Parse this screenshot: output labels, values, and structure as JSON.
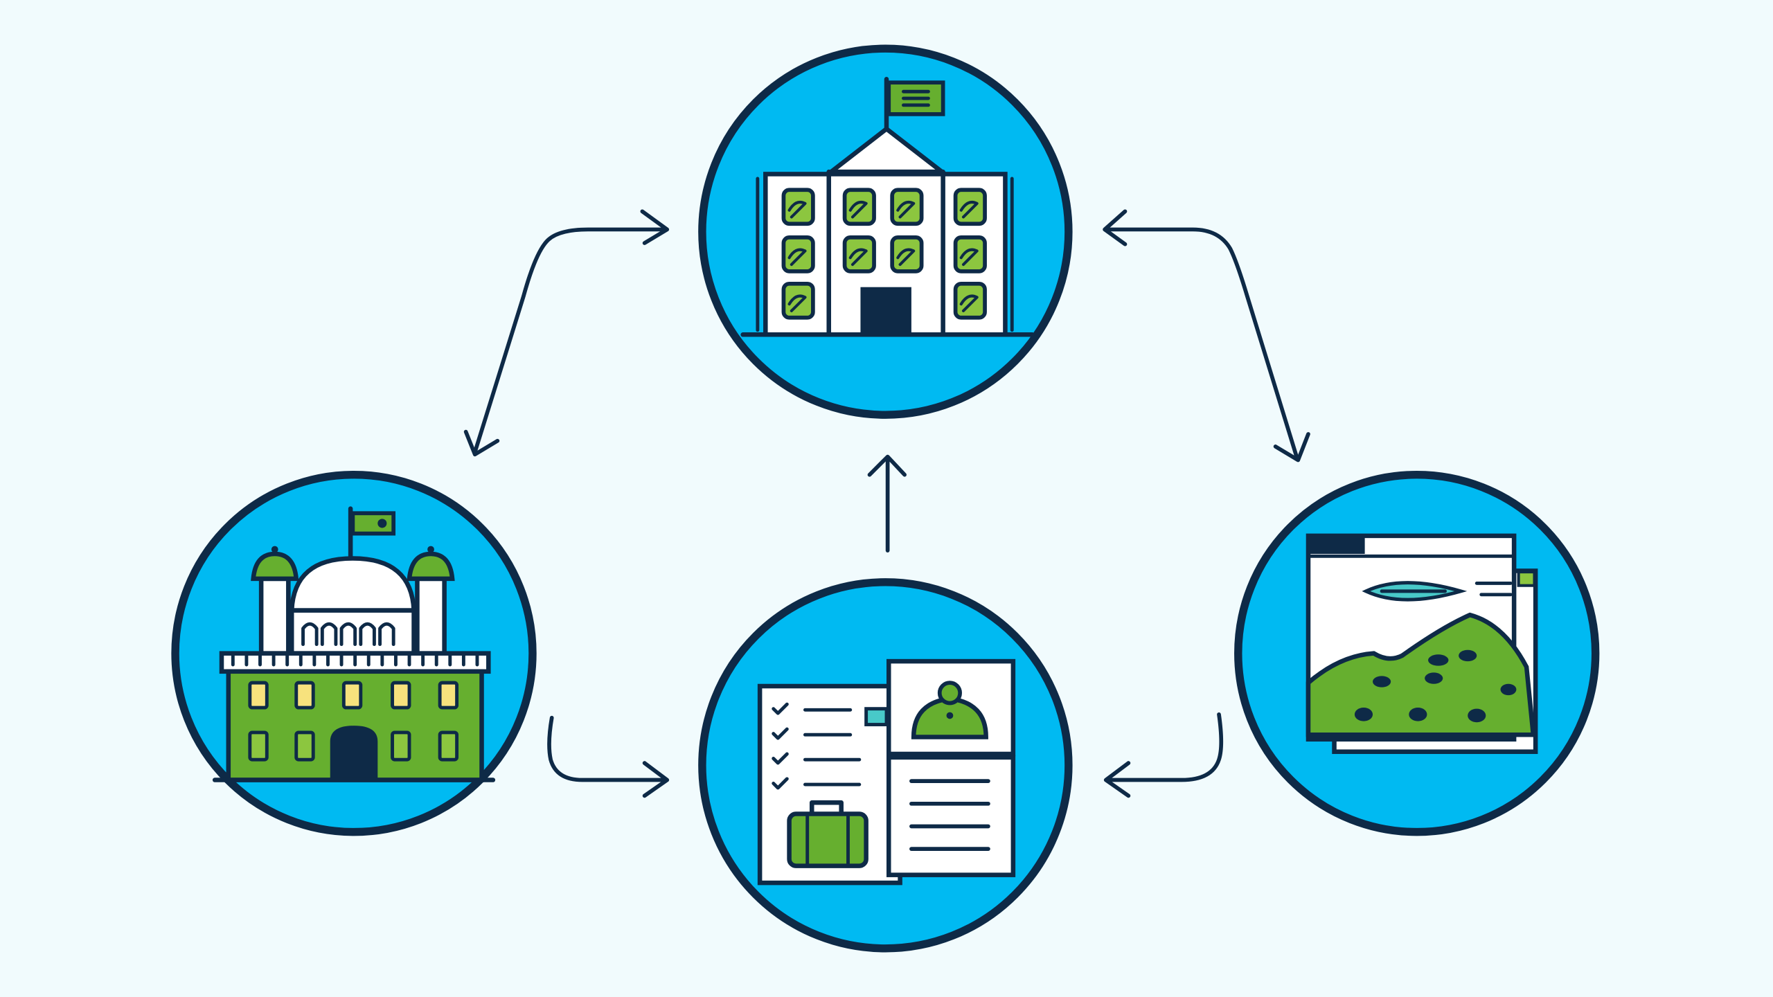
{
  "colors": {
    "background": "#F1FBFD",
    "circle_fill": "#00BAF2",
    "outline": "#0E2A47",
    "green": "#66AF2F",
    "light_green": "#8CC63F",
    "white": "#FFFFFF",
    "window_yellow": "#F7E27D",
    "teal": "#48C9C9"
  },
  "nodes": [
    {
      "id": "top",
      "icon": "school-building-icon"
    },
    {
      "id": "left",
      "icon": "government-capitol-icon"
    },
    {
      "id": "bottom",
      "icon": "document-checklist-icon"
    },
    {
      "id": "right",
      "icon": "landscape-window-icon"
    }
  ],
  "connections": [
    {
      "from": "left",
      "to": "top",
      "direction": "bidirectional"
    },
    {
      "from": "right",
      "to": "top",
      "direction": "bidirectional"
    },
    {
      "from": "bottom",
      "to": "top",
      "direction": "to-top"
    },
    {
      "from": "left",
      "to": "bottom",
      "direction": "to-bottom"
    },
    {
      "from": "right",
      "to": "bottom",
      "direction": "to-bottom"
    }
  ]
}
